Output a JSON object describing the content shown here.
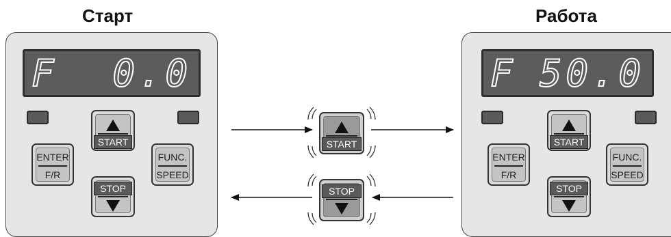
{
  "left_panel": {
    "title": "Старт",
    "display_left": "F",
    "display_right": "0.0",
    "keys": {
      "start": "START",
      "enter": "ENTER",
      "fr": "F/R",
      "func": "FUNC.",
      "speed": "SPEED",
      "stop": "STOP"
    }
  },
  "right_panel": {
    "title": "Работа",
    "display_left": "F",
    "display_right": "50.0",
    "keys": {
      "start": "START",
      "enter": "ENTER",
      "fr": "F/R",
      "func": "FUNC.",
      "speed": "SPEED",
      "stop": "STOP"
    }
  },
  "center": {
    "start_key": "START",
    "stop_key": "STOP"
  },
  "colors": {
    "display_bg": "#5c5c5c",
    "panel_bg": "#e6e6e6",
    "key_tag": "#5a5a5a"
  }
}
